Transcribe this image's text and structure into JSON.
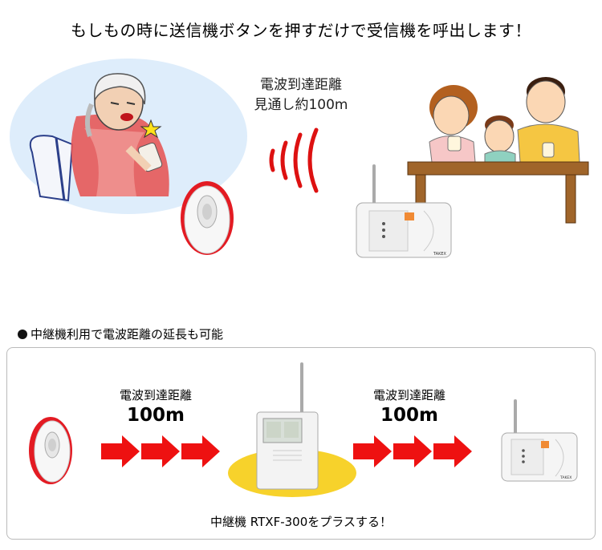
{
  "headline": "もしもの時に送信機ボタンを押すだけで受信機を呼出します！",
  "top_range": {
    "line1": "電波到達距離",
    "line2": "見通し約100m"
  },
  "section_label": "中継機利用で電波距離の延長も可能",
  "left_distance": {
    "label": "電波到達距離",
    "value": "100m"
  },
  "right_distance": {
    "label": "電波到達距離",
    "value": "100m"
  },
  "footer_text": "中継機 RTXF-300をプラスする！",
  "receiver_brand": "TAKEX",
  "colors": {
    "arrow_red": "#ee1111",
    "wave_red": "#dd1111",
    "relay_glow": "#f7d22b",
    "bubble_blue": "#dfeefb",
    "table_brown": "#a0652a"
  }
}
